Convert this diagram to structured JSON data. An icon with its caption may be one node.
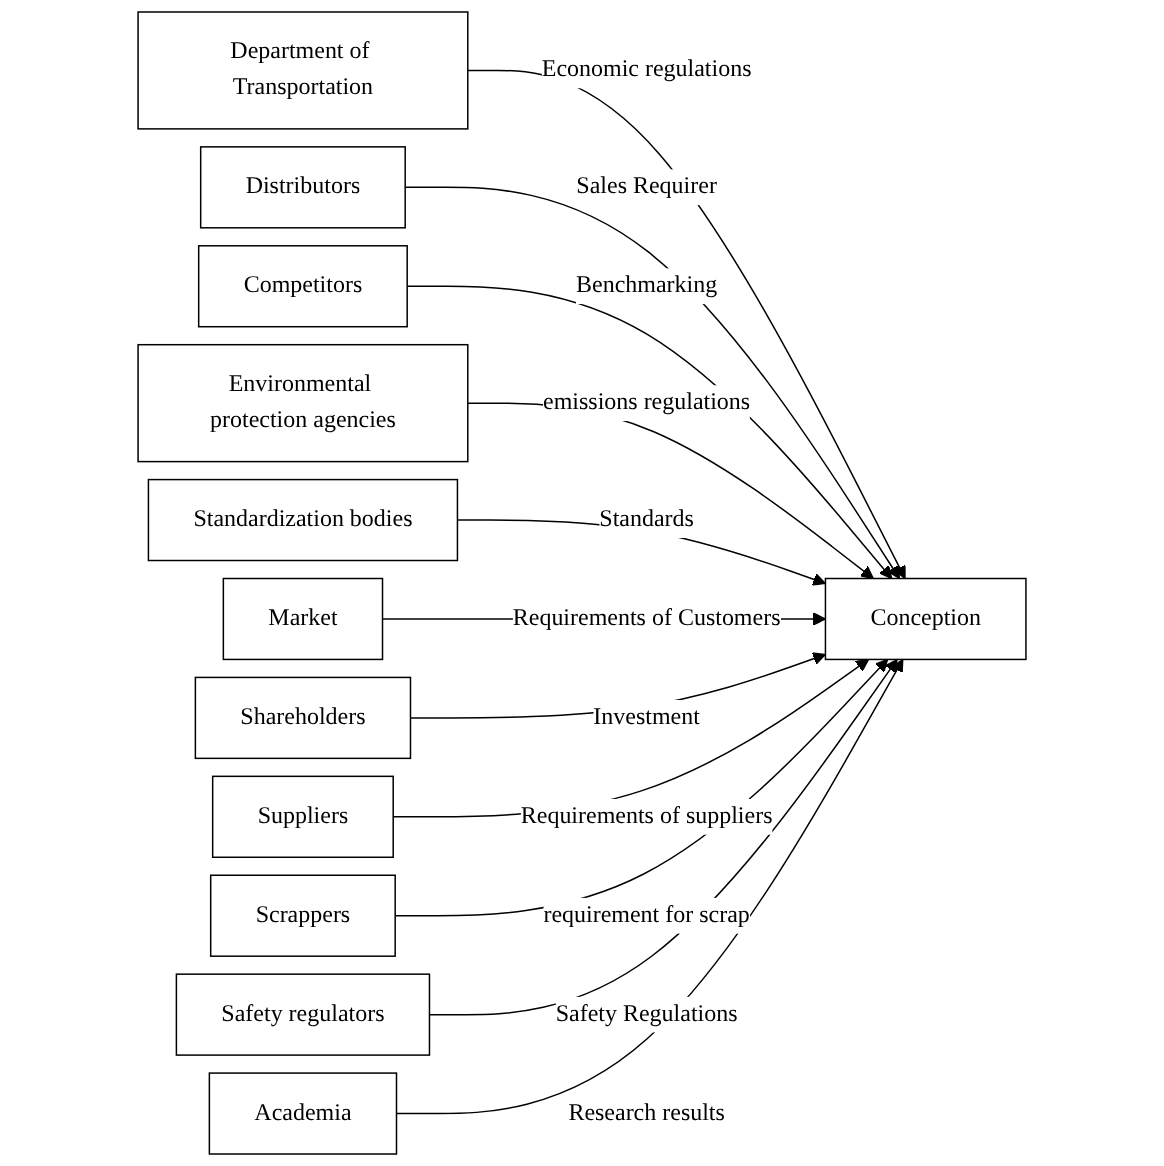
{
  "diagram": {
    "nodes": [
      {
        "text": [
          "Department of Transportation"
        ]
      },
      {
        "text": [
          "Distributors"
        ]
      },
      {
        "text": [
          "Competitors"
        ]
      },
      {
        "text": [
          "Environmental protection agencies"
        ]
      },
      {
        "text": [
          "Standardization bodies"
        ]
      },
      {
        "text": [
          "Conception"
        ]
      },
      {
        "text": [
          "Market"
        ]
      },
      {
        "text": [
          "Shareholders"
        ]
      },
      {
        "text": [
          "Suppliers"
        ]
      },
      {
        "text": [
          "Scrappers"
        ]
      },
      {
        "text": [
          "Safety regulators"
        ]
      },
      {
        "text": [
          "Academia"
        ]
      }
    ],
    "edges": [
      {
        "from": 0,
        "to": 5,
        "arrow": "to",
        "label": "Economic regulations"
      },
      {
        "from": 1,
        "to": 5,
        "arrow": "to",
        "label": "Sales Requirer"
      },
      {
        "from": 2,
        "to": 5,
        "arrow": "to",
        "label": "Benchmarking"
      },
      {
        "from": 3,
        "to": 5,
        "arrow": "to",
        "label": "emissions regulations"
      },
      {
        "from": 4,
        "to": 5,
        "arrow": "to",
        "label": "Standards"
      },
      {
        "from": 6,
        "to": 5,
        "arrow": "to",
        "label": "Requirements of Customers"
      },
      {
        "from": 7,
        "to": 5,
        "arrow": "to",
        "label": "Investment"
      },
      {
        "from": 8,
        "to": 5,
        "arrow": "to",
        "label": "Requirements of suppliers"
      },
      {
        "from": 9,
        "to": 5,
        "arrow": "to",
        "label": "requirement for scrap"
      },
      {
        "from": 10,
        "to": 5,
        "arrow": "to",
        "label": "Safety Regulations"
      },
      {
        "from": 11,
        "to": 5,
        "arrow": "to",
        "label": "Research results"
      }
    ]
  }
}
